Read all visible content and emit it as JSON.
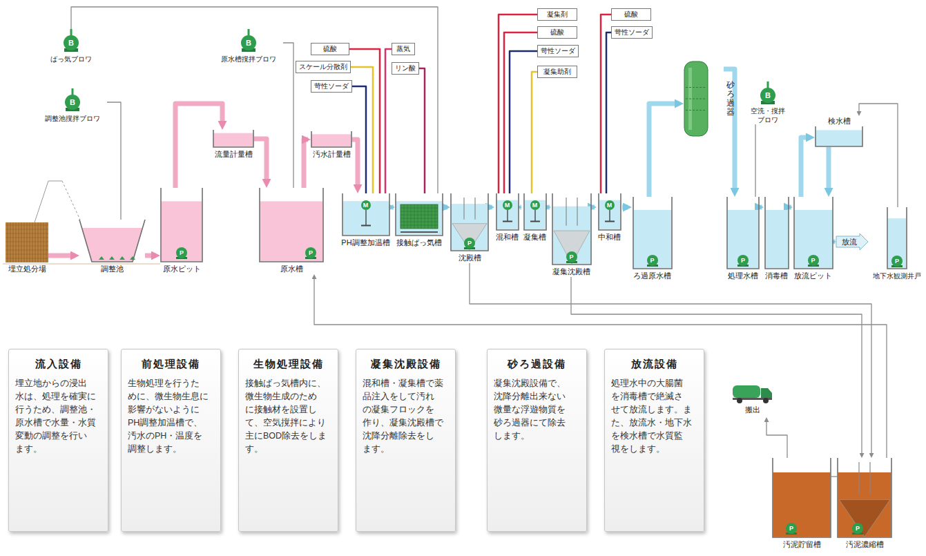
{
  "diagram": {
    "nodes": [
      {
        "text": [
          "ばっ気ブロワ"
        ]
      },
      {
        "text": [
          "調整池撹拌ブロワ"
        ]
      },
      {
        "text": [
          "原水槽撹拌ブロワ"
        ]
      },
      {
        "text": [
          "硫酸"
        ]
      },
      {
        "text": [
          "スケール分散剤"
        ]
      },
      {
        "text": [
          "苛性ソーダ"
        ]
      },
      {
        "text": [
          "蒸気"
        ]
      },
      {
        "text": [
          "リン酸"
        ]
      },
      {
        "text": [
          "凝集剤"
        ]
      },
      {
        "text": [
          "硫酸"
        ]
      },
      {
        "text": [
          "苛性ソーダ"
        ]
      },
      {
        "text": [
          "凝集助剤"
        ]
      },
      {
        "text": [
          "硫酸"
        ]
      },
      {
        "text": [
          "苛性ソーダ"
        ]
      },
      {
        "text": [
          "埋立処分場"
        ]
      },
      {
        "text": [
          "調整池"
        ]
      },
      {
        "text": [
          "原水ピット"
        ]
      },
      {
        "text": [
          "流量計量槽"
        ]
      },
      {
        "text": [
          "原水槽"
        ]
      },
      {
        "text": [
          "汚水計量槽"
        ]
      },
      {
        "text": [
          "PH調整加温槽"
        ]
      },
      {
        "text": [
          "接触ばっ気槽"
        ]
      },
      {
        "text": [
          "沈殿槽"
        ]
      },
      {
        "text": [
          "混和槽"
        ]
      },
      {
        "text": [
          "凝集槽"
        ]
      },
      {
        "text": [
          "凝集沈殿槽"
        ]
      },
      {
        "text": [
          "中和槽"
        ]
      },
      {
        "text": [
          "ろ過原水槽"
        ]
      },
      {
        "text": [
          "砂ろ過器"
        ]
      },
      {
        "text": [
          "空洗・撹拌 ブロワ"
        ]
      },
      {
        "text": [
          "検水槽"
        ]
      },
      {
        "text": [
          "処理水槽"
        ]
      },
      {
        "text": [
          "消毒槽"
        ]
      },
      {
        "text": [
          "放流ピット"
        ]
      },
      {
        "text": [
          "放流"
        ]
      },
      {
        "text": [
          "地下水観測井戸"
        ]
      },
      {
        "text": [
          "搬出"
        ]
      },
      {
        "text": [
          "汚泥貯留槽"
        ]
      },
      {
        "text": [
          "汚泥濃縮槽"
        ]
      },
      {
        "text": [
          "流入設備",
          "埋立地からの浸出 水は、処理を確実に 行うため、調整池・ 原水槽で水量・水質 変動の調整を行い ます。"
        ]
      },
      {
        "text": [
          "前処理設備",
          "生物処理を行うた めに、微生物生息に 影響がないように PH調整加温槽で、 汚水のPH・温度を 調整します。"
        ]
      },
      {
        "text": [
          "生物処理設備",
          "接触ばっ気槽内に、 微生物生成のため に接触材を設置し て、空気撹拌により 主にBOD除去をしま す。"
        ]
      },
      {
        "text": [
          "凝集沈殿設備",
          "混和槽・凝集槽で薬 品注入をして汚れ の凝集フロックを 作り、凝集沈殿槽で 沈降分離除去をし ます。"
        ]
      },
      {
        "text": [
          "砂ろ過設備",
          "凝集沈殿設備で、 沈降分離出来ない 微量な浮遊物質を 砂ろ過器にて除去 します。"
        ]
      },
      {
        "text": [
          "放流設備",
          "処理水中の大腸菌 を消毒槽で絶滅さ せて放流します。ま た、放流水・地下水 を検水槽で水質監 視をします。"
        ]
      }
    ],
    "edges": [
      {
        "from": 0,
        "to": 21,
        "arrow": "none"
      },
      {
        "from": 1,
        "to": 15,
        "arrow": "none"
      },
      {
        "from": 2,
        "to": 18,
        "arrow": "none"
      },
      {
        "from": 3,
        "to": 20,
        "arrow": "none"
      },
      {
        "from": 4,
        "to": 20,
        "arrow": "none"
      },
      {
        "from": 5,
        "to": 20,
        "arrow": "none"
      },
      {
        "from": 6,
        "to": 20,
        "arrow": "none"
      },
      {
        "from": 7,
        "to": 21,
        "arrow": "none"
      },
      {
        "from": 8,
        "to": 23,
        "arrow": "none"
      },
      {
        "from": 9,
        "to": 23,
        "arrow": "none"
      },
      {
        "from": 10,
        "to": 23,
        "arrow": "none"
      },
      {
        "from": 11,
        "to": 24,
        "arrow": "none"
      },
      {
        "from": 12,
        "to": 26,
        "arrow": "none"
      },
      {
        "from": 13,
        "to": 26,
        "arrow": "none"
      },
      {
        "from": 14,
        "to": 15,
        "arrow": "to"
      },
      {
        "from": 15,
        "to": 16,
        "arrow": "to"
      },
      {
        "from": 16,
        "to": 17,
        "arrow": "to"
      },
      {
        "from": 17,
        "to": 18,
        "arrow": "to"
      },
      {
        "from": 18,
        "to": 19,
        "arrow": "to"
      },
      {
        "from": 19,
        "to": 20,
        "arrow": "to"
      },
      {
        "from": 20,
        "to": 21,
        "arrow": "to"
      },
      {
        "from": 21,
        "to": 22,
        "arrow": "to"
      },
      {
        "from": 22,
        "to": 23,
        "arrow": "to"
      },
      {
        "from": 23,
        "to": 24,
        "arrow": "to"
      },
      {
        "from": 24,
        "to": 25,
        "arrow": "to"
      },
      {
        "from": 25,
        "to": 26,
        "arrow": "to"
      },
      {
        "from": 26,
        "to": 27,
        "arrow": "to"
      },
      {
        "from": 27,
        "to": 28,
        "arrow": "to"
      },
      {
        "from": 28,
        "to": 31,
        "arrow": "to"
      },
      {
        "from": 29,
        "to": 31,
        "arrow": "none"
      },
      {
        "from": 31,
        "to": 32,
        "arrow": "to"
      },
      {
        "from": 32,
        "to": 33,
        "arrow": "to"
      },
      {
        "from": 33,
        "to": 34,
        "arrow": "to"
      },
      {
        "from": 33,
        "to": 30,
        "arrow": "to"
      },
      {
        "from": 30,
        "to": 33,
        "arrow": "to"
      },
      {
        "from": 35,
        "to": 30,
        "arrow": "to"
      },
      {
        "from": 22,
        "to": 38,
        "arrow": "to"
      },
      {
        "from": 25,
        "to": 38,
        "arrow": "to"
      },
      {
        "from": 38,
        "to": 37,
        "arrow": "none"
      },
      {
        "from": 37,
        "to": 36,
        "arrow": "to"
      },
      {
        "from": 38,
        "to": 18,
        "arrow": "to"
      }
    ],
    "labels": [
      "B",
      "B",
      "B",
      "B",
      "M",
      "M",
      "M",
      "M",
      "P",
      "P",
      "P",
      "P",
      "P",
      "P",
      "P",
      "P",
      "P",
      "P"
    ]
  }
}
